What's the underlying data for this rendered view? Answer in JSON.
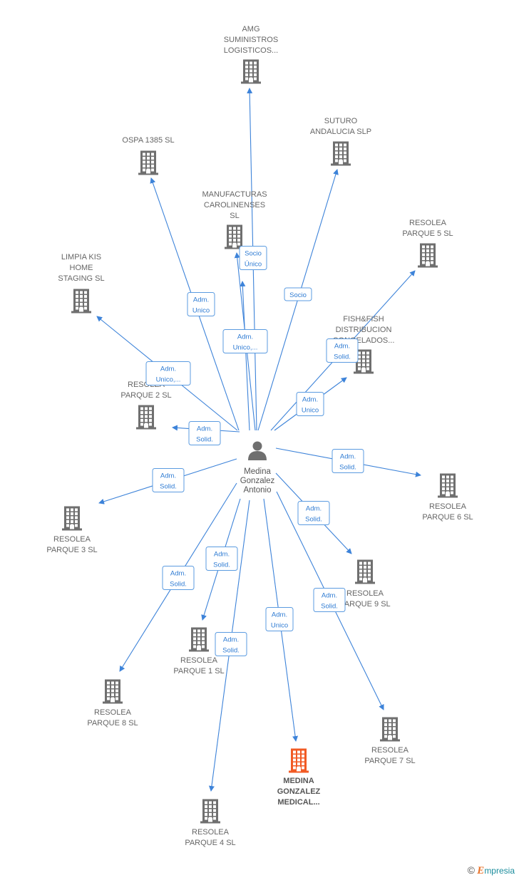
{
  "colors": {
    "edge": "#3d83d9",
    "building": "#6f6f6f",
    "building_highlight": "#f15a24",
    "person": "#6f6f6f",
    "label": "#666666",
    "edge_label_border": "#5b9be0"
  },
  "center": {
    "icon": "person-icon",
    "lines": [
      "Medina",
      "Gonzalez",
      "Antonio"
    ]
  },
  "nodes": [
    {
      "id": "amg",
      "lines": [
        "AMG",
        "SUMINISTROS",
        "LOGISTICOS..."
      ]
    },
    {
      "id": "ospa",
      "lines": [
        "OSPA 1385  SL"
      ]
    },
    {
      "id": "suturo",
      "lines": [
        "SUTURO",
        "ANDALUCIA  SLP"
      ]
    },
    {
      "id": "manufacturas",
      "lines": [
        "MANUFACTURAS",
        "CAROLINENSES",
        "SL"
      ]
    },
    {
      "id": "resolea5",
      "lines": [
        "RESOLEA",
        "PARQUE 5  SL"
      ]
    },
    {
      "id": "limpia",
      "lines": [
        "LIMPIA KIS",
        "HOME",
        "STAGING  SL"
      ]
    },
    {
      "id": "fishfish",
      "lines": [
        "FISH&FISH",
        "DISTRIBUCION",
        "CONGELADOS..."
      ]
    },
    {
      "id": "resolea2",
      "lines": [
        "RESOLEA",
        "PARQUE 2  SL"
      ]
    },
    {
      "id": "resolea6",
      "lines": [
        "RESOLEA",
        "PARQUE 6  SL"
      ]
    },
    {
      "id": "resolea3",
      "lines": [
        "RESOLEA",
        "PARQUE 3  SL"
      ]
    },
    {
      "id": "resolea9",
      "lines": [
        "RESOLEA",
        "PARQUE 9  SL"
      ]
    },
    {
      "id": "resolea1",
      "lines": [
        "RESOLEA",
        "PARQUE 1  SL"
      ]
    },
    {
      "id": "resolea8",
      "lines": [
        "RESOLEA",
        "PARQUE 8  SL"
      ]
    },
    {
      "id": "resolea7",
      "lines": [
        "RESOLEA",
        "PARQUE 7  SL"
      ]
    },
    {
      "id": "medical",
      "lines": [
        "MEDINA",
        "GONZALEZ",
        "MEDICAL..."
      ],
      "highlight": true
    },
    {
      "id": "resolea4",
      "lines": [
        "RESOLEA",
        "PARQUE 4  SL"
      ]
    }
  ],
  "edges": [
    {
      "to": "amg",
      "lines": []
    },
    {
      "to": "ospa",
      "lines": [
        "Adm.",
        "Unico"
      ]
    },
    {
      "to": "suturo",
      "lines": [
        "Socio"
      ]
    },
    {
      "to": "manufacturas",
      "lines": [
        "Socio",
        "Único"
      ]
    },
    {
      "to": "manufacturas",
      "lines": [
        "Adm.",
        "Unico,..."
      ]
    },
    {
      "to": "resolea5",
      "lines": [
        "Adm.",
        "Solid."
      ]
    },
    {
      "to": "limpia",
      "lines": [
        "Adm.",
        "Unico,..."
      ]
    },
    {
      "to": "fishfish",
      "lines": [
        "Adm.",
        "Unico"
      ]
    },
    {
      "to": "resolea2",
      "lines": [
        "Adm.",
        "Solid."
      ]
    },
    {
      "to": "resolea6",
      "lines": [
        "Adm.",
        "Solid."
      ]
    },
    {
      "to": "resolea3",
      "lines": [
        "Adm.",
        "Solid."
      ]
    },
    {
      "to": "resolea9",
      "lines": [
        "Adm.",
        "Solid."
      ]
    },
    {
      "to": "resolea1",
      "lines": [
        "Adm.",
        "Solid."
      ]
    },
    {
      "to": "resolea8",
      "lines": [
        "Adm.",
        "Solid."
      ]
    },
    {
      "to": "resolea7",
      "lines": [
        "Adm.",
        "Solid."
      ]
    },
    {
      "to": "medical",
      "lines": [
        "Adm.",
        "Unico"
      ]
    },
    {
      "to": "resolea4",
      "lines": [
        "Adm.",
        "Solid."
      ]
    }
  ],
  "footer": {
    "copyright_symbol": "©",
    "brand_initial": "E",
    "brand_rest": "mpresia"
  }
}
